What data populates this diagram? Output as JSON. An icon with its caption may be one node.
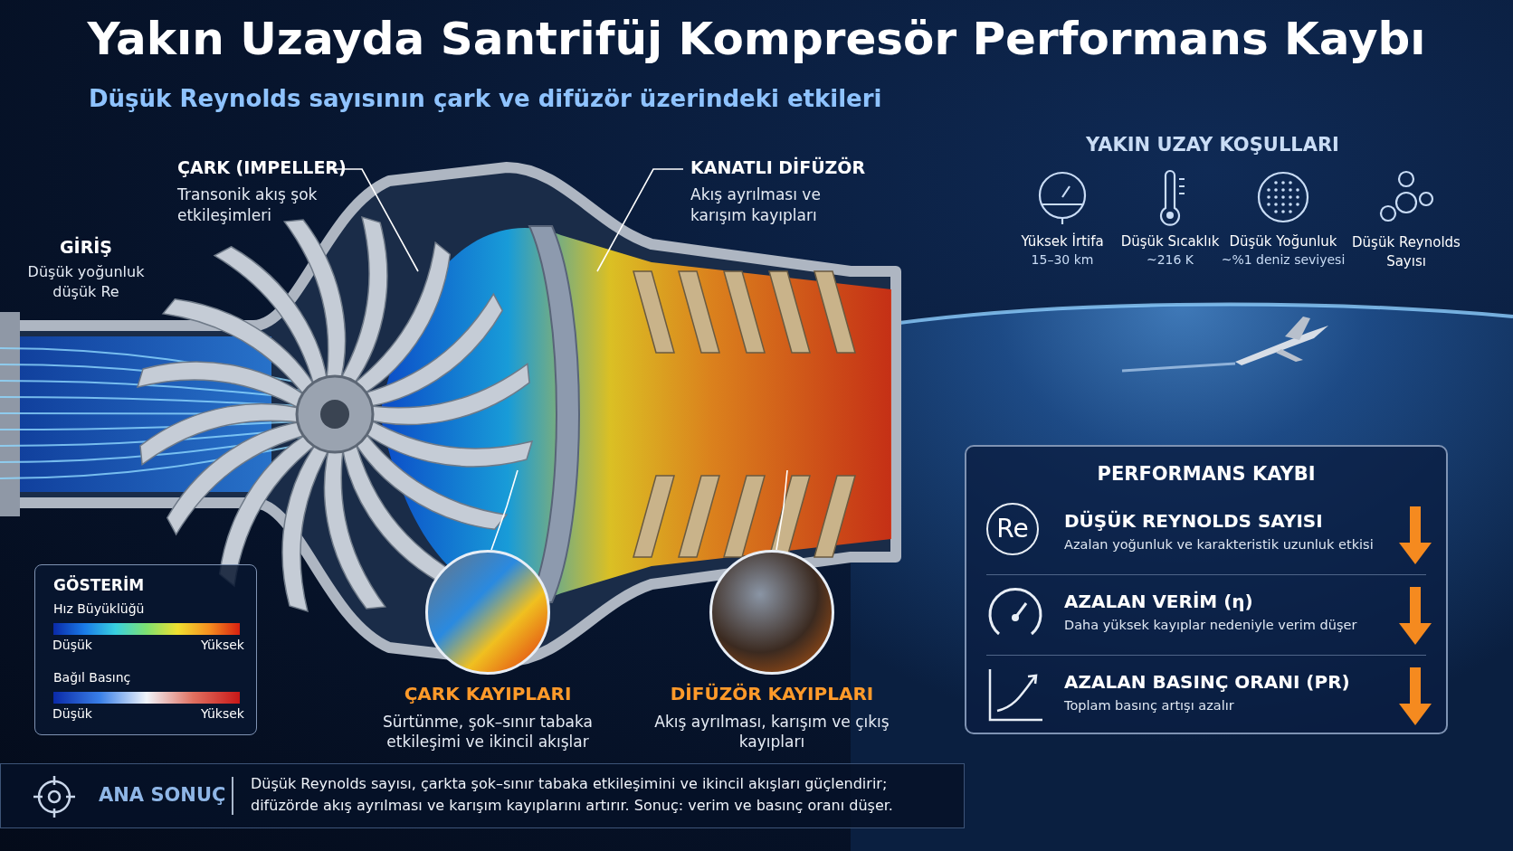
{
  "diagram": {
    "title": "Yakın Uzayda Santrifüj Kompresör Performans Kaybı",
    "caption": "Düşük Reynolds sayısının çark ve difüzör üzerindeki etkileri",
    "nodes": [
      {
        "text": [
          "ÇARK (IMPELLER)",
          "Transonik akış şok etkileşimleri"
        ]
      },
      {
        "text": [
          "KANATLI DİFÜZÖR",
          "Akış ayrılması ve karışım kayıpları"
        ]
      },
      {
        "text": [],
        "shape": "picture"
      },
      {
        "text": [],
        "shape": "picture"
      },
      {
        "text": [],
        "shape": "circle",
        "beside": [
          "ÇARK KAYIPLARI",
          "Sürtünme, şok–sınır tabaka etkileşimi ve ikincil akışlar"
        ]
      },
      {
        "text": [],
        "shape": "circle",
        "beside": [
          "DİFÜZÖR KAYIPLARI",
          "Akış ayrılması, karışım ve çıkış kayıpları"
        ]
      },
      {
        "text": [
          "PERFORMANS KAYBI",
          "DÜŞÜK REYNOLDS SAYISI",
          "Azalan yoğunluk ve karakteristik uzunluk etkisi",
          "AZALAN VERİM (η)",
          "Daha yüksek kayıplar nedeniyle verim düşer",
          "AZALAN BASINÇ ORANI (PR)",
          "Toplam basınç artışı azalır"
        ]
      },
      {
        "text": [
          "ANA SONUÇ",
          "Düşük Reynolds sayısı, çarkta şok–sınır tabaka etkileşimini ve ikincil akışları güçlendirir; difüzörde akış ayrılması ve karışım kayıplarını artırır. Sonuç: verim ve basınç oranı düşer."
        ]
      }
    ],
    "edges": [
      {
        "from": 0,
        "to": 2,
        "arrow": "none"
      },
      {
        "from": 1,
        "to": 3,
        "arrow": "none"
      },
      {
        "from": 4,
        "to": 2,
        "arrow": "none"
      },
      {
        "from": 5,
        "to": 3,
        "arrow": "none"
      }
    ],
    "labels": [
      "GİRİŞ",
      "Düşük yoğunluk düşük Re",
      "YAKIN UZAY KOŞULLARI",
      "Yüksek İrtifa",
      "15–30 km",
      "Düşük Sıcaklık",
      "~216 K",
      "Düşük Yoğunluk",
      "~%1 deniz seviyesi",
      "Düşük Reynolds Sayısı",
      "Re",
      "GÖSTERİM",
      "Düşük",
      "Yüksek",
      "Düşük",
      "Yüksek"
    ],
    "legend": [
      {
        "text": "Hız Büyüklüğü"
      },
      {
        "text": "Bağıl Basınç"
      }
    ]
  }
}
